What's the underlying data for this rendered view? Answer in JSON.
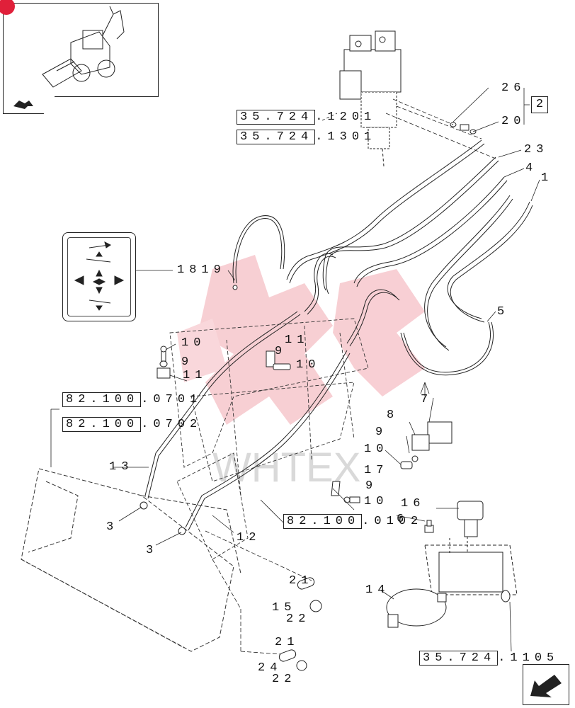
{
  "callouts": {
    "c26": "26",
    "c20": "20",
    "c23": "23",
    "c4": "4",
    "c1": "1",
    "c1819": "1819",
    "c5": "5",
    "c10a": "10",
    "c9a": "9",
    "c11a": "11",
    "c11b": "11",
    "c9b": "9",
    "c10b": "10",
    "c7": "7",
    "c8": "8",
    "c9c": "9",
    "c10c": "10",
    "c17": "17",
    "c9d": "9",
    "c10d": "10",
    "c16": "16",
    "c6": "6",
    "c13": "13",
    "c3a": "3",
    "c3b": "3",
    "c12": "12",
    "c21a": "21",
    "c15": "15",
    "c22a": "22",
    "c21b": "21",
    "c24": "24",
    "c22b": "22",
    "c14": "14"
  },
  "refs": {
    "r1": {
      "boxed": "35.724",
      "rest": ".1201"
    },
    "r2": {
      "boxed": "35.724",
      "rest": ".1301"
    },
    "r3": {
      "boxed": "82.100",
      "rest": ".0701"
    },
    "r4": {
      "boxed": "82.100",
      "rest": ".0702"
    },
    "r5": {
      "boxed": "82.100",
      "rest": ".0102"
    },
    "r6": {
      "boxed": "35.724",
      "rest": ".1105"
    }
  },
  "badge": "2",
  "watermark": "WHTEX",
  "colors": {
    "line": "#222222",
    "watermark": "#f0a0a8",
    "accent": "#e0203a"
  }
}
